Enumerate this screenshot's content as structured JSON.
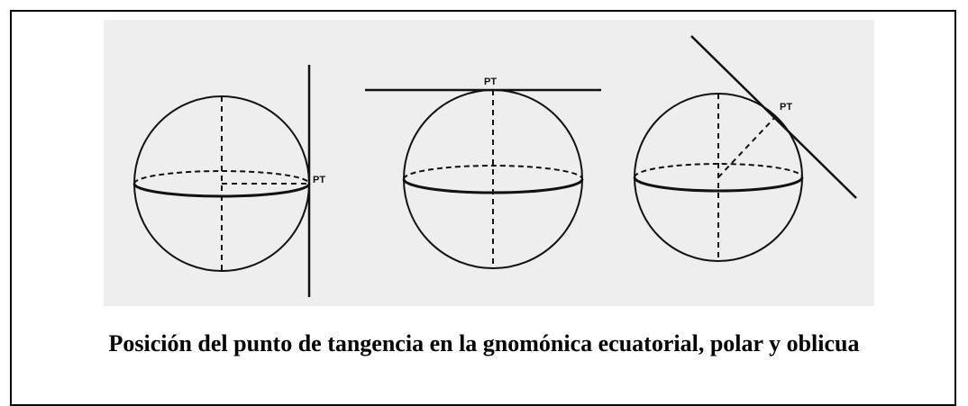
{
  "figure": {
    "diagrams": [
      {
        "name": "ecuatorial",
        "point_label": "PT"
      },
      {
        "name": "polar",
        "point_label": "PT"
      },
      {
        "name": "oblicua",
        "point_label": "PT"
      }
    ]
  },
  "caption": "Posición del punto de tangencia en la gnomónica ecuatorial, polar y oblicua",
  "colors": {
    "frame": "#000000",
    "ink": "#111111",
    "figure_background": "#eeeeee"
  }
}
